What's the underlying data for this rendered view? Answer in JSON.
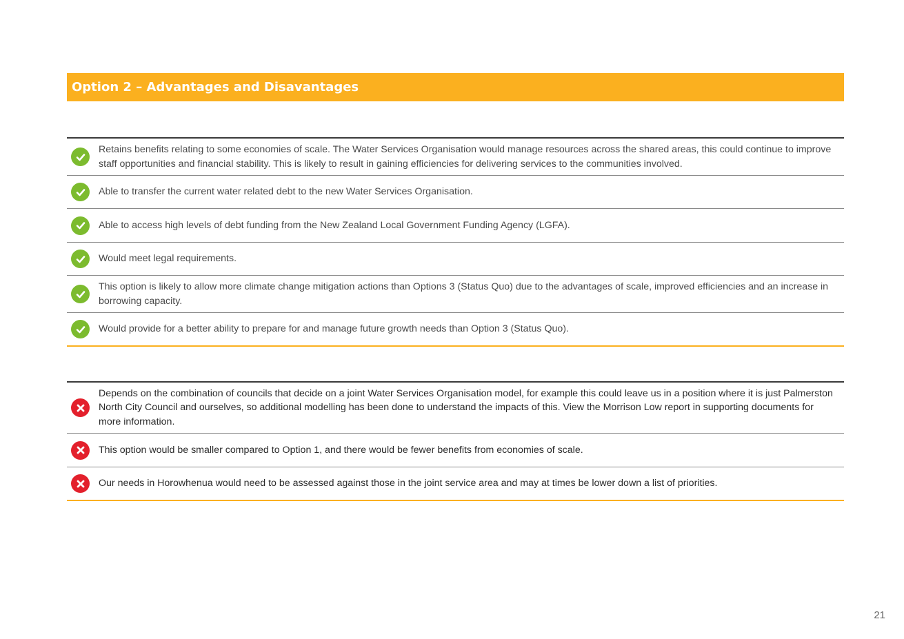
{
  "header": {
    "title": "Option 2 – Advantages and Disavantages"
  },
  "advantages": [
    {
      "text": "Retains benefits relating to some economies of scale. The Water Services Organisation would manage resources across the shared areas, this could continue to improve staff opportunities and financial stability. This is likely to result in gaining efficiencies for delivering services to the communities involved.",
      "icon": "check-icon"
    },
    {
      "text": "Able to transfer the current water related debt to the new Water Services Organisation.",
      "icon": "check-icon"
    },
    {
      "text": "Able to access high levels of debt funding from the New Zealand Local Government Funding Agency (LGFA).",
      "icon": "check-icon"
    },
    {
      "text": "Would meet legal requirements.",
      "icon": "check-icon"
    },
    {
      "text": "This option is likely to allow more climate change mitigation actions than Options 3 (Status Quo) due to the advantages of scale, improved efficiencies and an increase in borrowing capacity.",
      "icon": "check-icon"
    },
    {
      "text": "Would provide for a better ability to prepare for and manage future growth needs than Option 3 (Status Quo).",
      "icon": "check-icon"
    }
  ],
  "disadvantages": [
    {
      "text": "Depends on the combination of councils that decide on a joint Water Services Organisation model, for example this could leave us in a position where it is just Palmerston North City Council and ourselves, so additional modelling has been done to understand the impacts of this. View the Morrison Low report in supporting documents for more information.",
      "icon": "cross-icon"
    },
    {
      "text": "This option would be smaller compared to Option 1, and there would be fewer benefits from economies of scale.",
      "icon": "cross-icon"
    },
    {
      "text": "Our needs in Horowhenua would need to be assessed against those in the joint service area and may at times be lower down a list of priorities.",
      "icon": "cross-icon"
    }
  ],
  "footer": {
    "page_number": "21"
  },
  "colors": {
    "accent": "#fbb01f",
    "check": "#7cbb2e",
    "cross": "#e3202c"
  }
}
